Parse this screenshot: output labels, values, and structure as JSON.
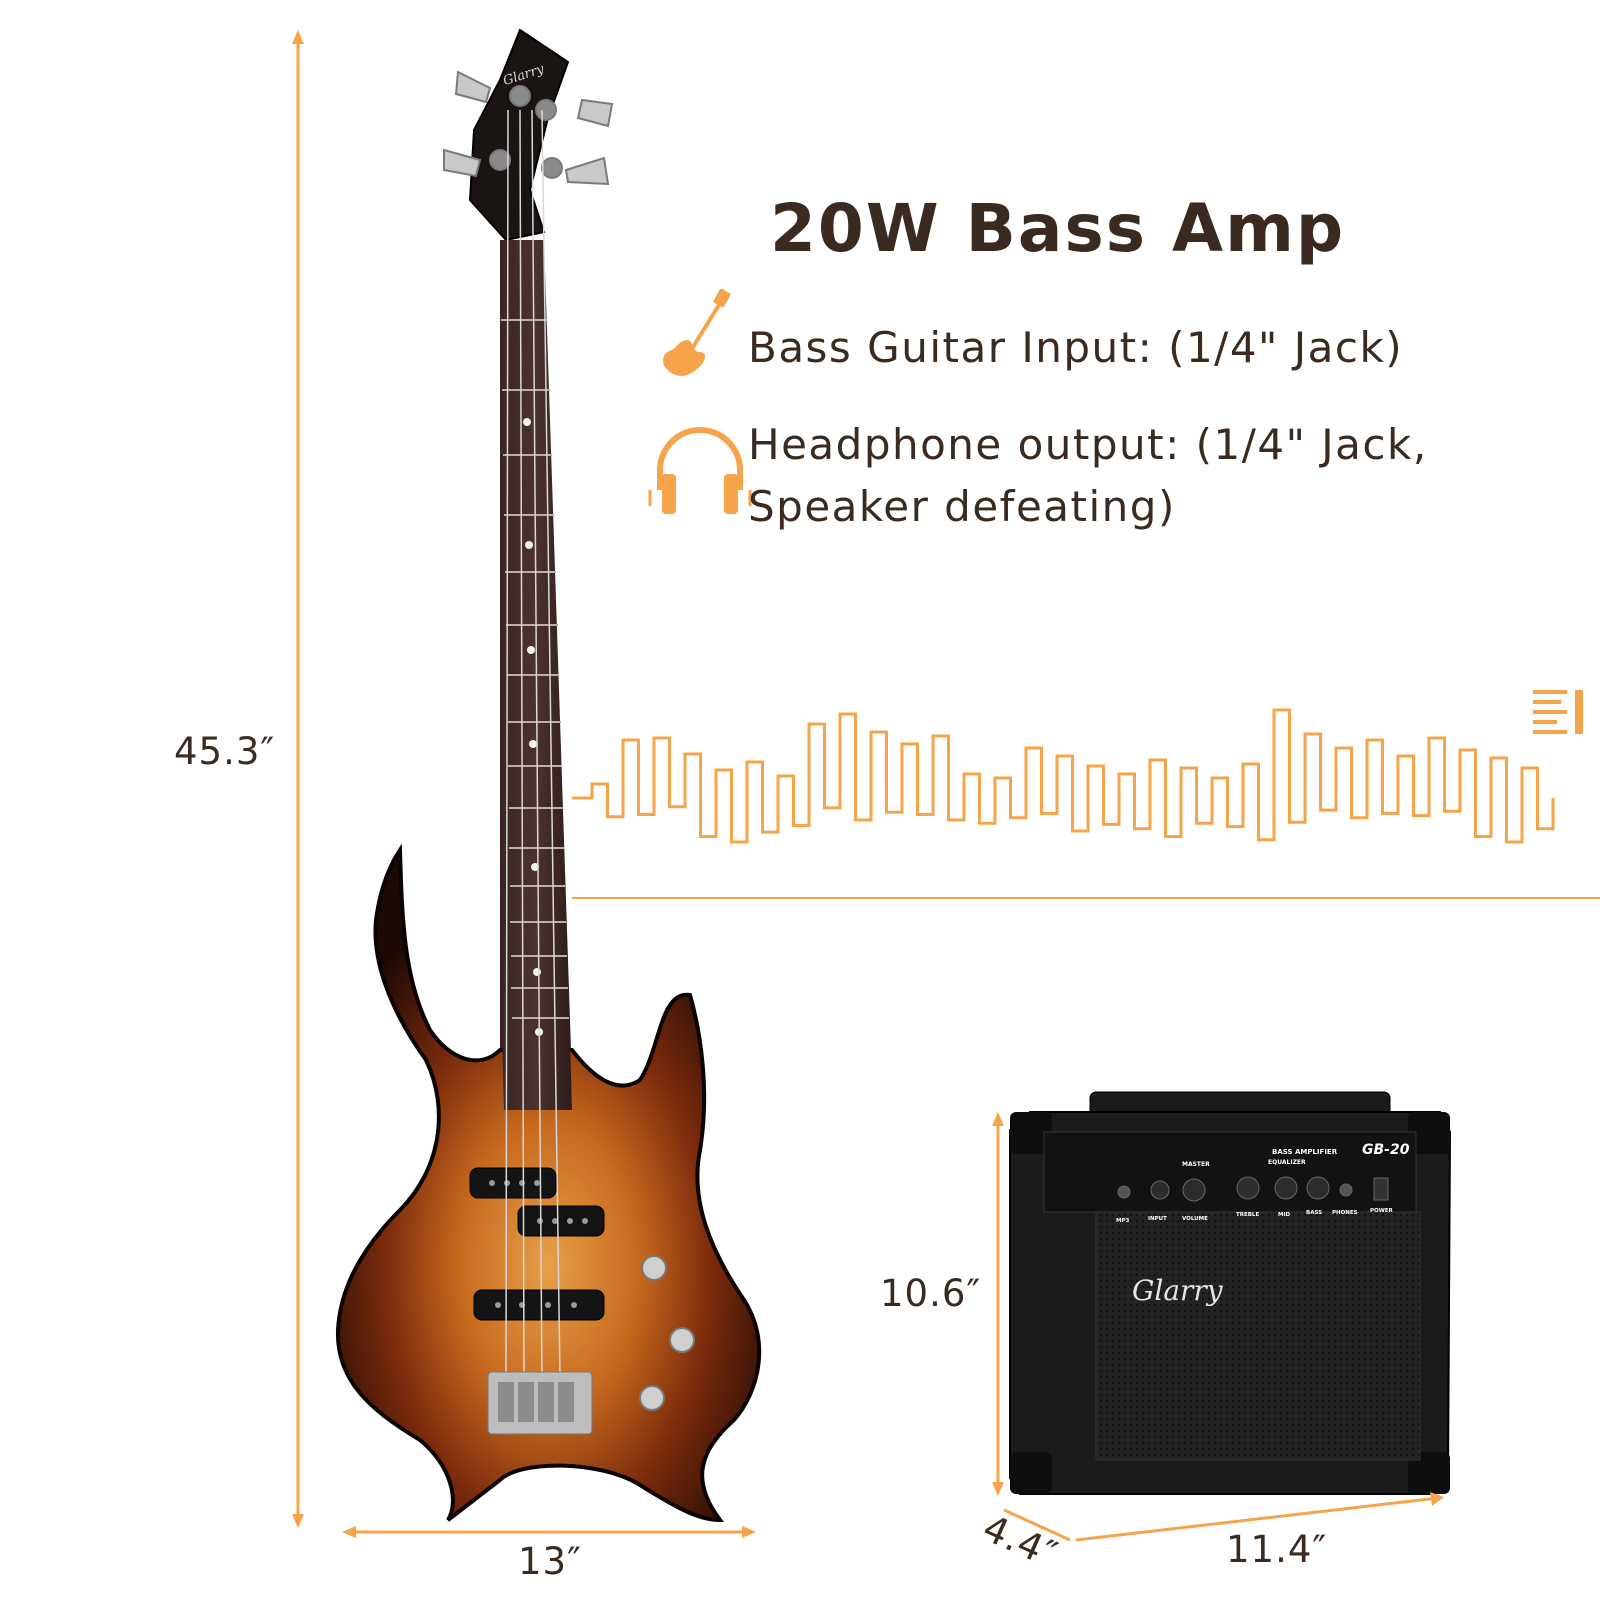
{
  "heading": "20W Bass Amp",
  "features": [
    {
      "icon": "bass-guitar-icon",
      "text": "Bass Guitar Input: (1/4\" Jack)"
    },
    {
      "icon": "headphones-icon",
      "text_line1": "Headphone output: (1/4\" Jack,",
      "text_line2": "Speaker defeating)"
    }
  ],
  "guitar": {
    "brand": "Glarry",
    "height": "45.3″",
    "width": "13″"
  },
  "amp": {
    "brand": "Glarry",
    "model": "GB-20",
    "panel_title": "BASS AMPLIFIER",
    "equalizer_label": "EQUALIZER",
    "master_label": "MASTER",
    "controls": [
      "MP3",
      "INPUT",
      "VOLUME",
      "TREBLE",
      "MID",
      "BASS",
      "PHONES",
      "POWER"
    ],
    "height": "10.6″",
    "depth": "4.4″",
    "width": "11.4″"
  },
  "colors": {
    "accent": "#f5a44a",
    "text": "#3a2a20",
    "amp_body": "#1c1c1c",
    "sunburst_center": "#d98a2e",
    "sunburst_edge": "#3b1506"
  }
}
